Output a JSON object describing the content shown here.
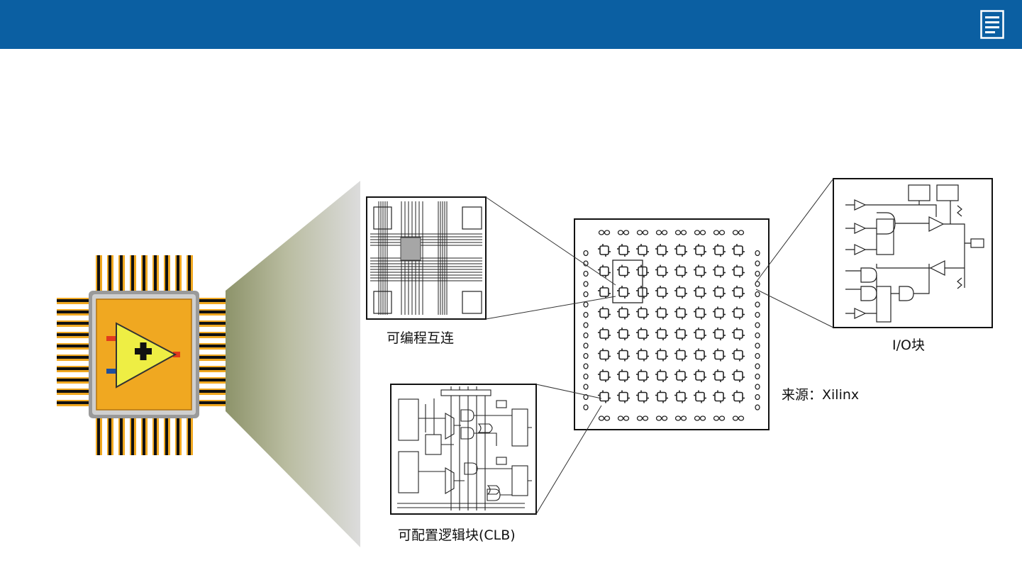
{
  "header": {
    "menu_icon": "document-list-icon",
    "bar_color": "#0b5fa2"
  },
  "diagram": {
    "labels": {
      "interconnect": "可编程互连",
      "io_block": "I/O块",
      "clb": "可配置逻辑块(CLB)",
      "source": "来源：Xilinx"
    },
    "icons": {
      "chip": "fpga-chip-icon",
      "adder": "add-triangle-icon"
    }
  }
}
